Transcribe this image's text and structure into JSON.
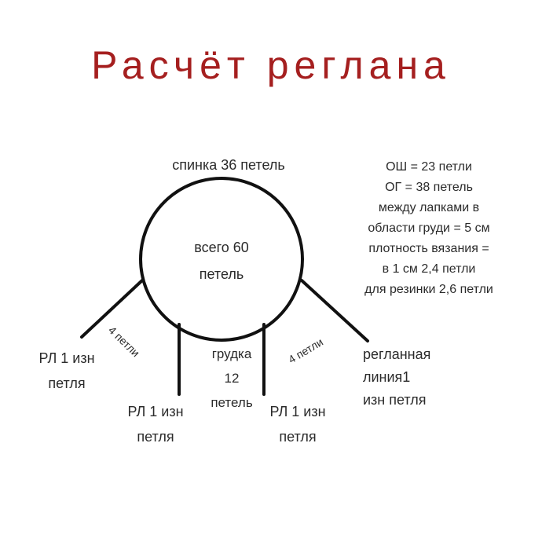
{
  "title": "Расчёт реглана",
  "colors": {
    "title": "#a51f1f",
    "text": "#2b2b2b",
    "stroke": "#111111",
    "background": "#ffffff"
  },
  "diagram": {
    "top_label": "спинка 36 петель",
    "circle_label_line1": "всего 60",
    "circle_label_line2": "петель",
    "seam_left_label": "4 петли",
    "seam_right_label": "4 петли",
    "chest": {
      "line1": "грудка",
      "line2": "12",
      "line3": "петель"
    },
    "raglan_left": {
      "line1": "РЛ 1 изн",
      "line2": "петля"
    },
    "raglan_center_left": {
      "line1": "РЛ 1 изн",
      "line2": "петля"
    },
    "raglan_center_right": {
      "line1": "РЛ 1 изн",
      "line2": "петля"
    },
    "raglan_right": {
      "line1": "регланная",
      "line2": "линия1",
      "line3": "изн петля"
    }
  },
  "info": {
    "lines": [
      "ОШ = 23 петли",
      "ОГ = 38 петель",
      "между лапками в",
      "области груди = 5 см",
      "плотность вязания =",
      "в 1 см 2,4 петли",
      "для резинки 2,6 петли"
    ]
  }
}
